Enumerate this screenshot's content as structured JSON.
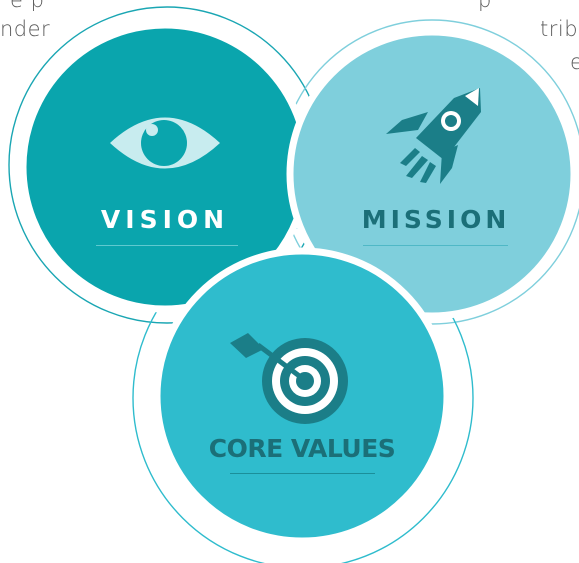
{
  "background_text": {
    "top_left_1": "e p",
    "top_left_2": "nder",
    "top_right_1": "p",
    "top_right_2": "tribe",
    "top_right_3": "e"
  },
  "colors": {
    "vision": "#0aa5ad",
    "mission": "#7fcfdc",
    "core_values": "#2fbccd",
    "ring": "#1aa6b3",
    "dark_text": "#1b6f78",
    "eye": "#c8ecef"
  },
  "circles": {
    "vision": {
      "label": "VISION",
      "icon": "eye-icon"
    },
    "mission": {
      "label": "MISSION",
      "icon": "rocket-icon"
    },
    "core_values": {
      "label": "CORE VALUES",
      "icon": "target-arrow-icon"
    }
  }
}
